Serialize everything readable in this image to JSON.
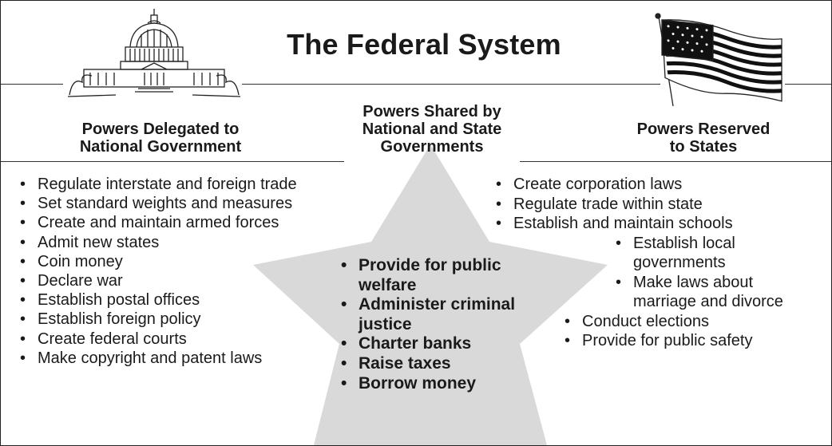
{
  "title": "The Federal System",
  "columns": {
    "national": {
      "heading_lines": [
        "Powers Delegated to",
        "National Government"
      ],
      "items": [
        "Regulate interstate and foreign trade",
        "Set standard weights and measures",
        "Create and maintain armed forces",
        "Admit new states",
        "Coin money",
        "Declare war",
        "Establish postal offices",
        "Establish foreign policy",
        "Create federal courts",
        "Make copyright and patent laws"
      ]
    },
    "shared": {
      "heading_lines": [
        "Powers Shared by",
        "National and State",
        "Governments"
      ],
      "items": [
        "Provide for public welfare",
        "Administer criminal justice",
        "Charter banks",
        "Raise taxes",
        "Borrow money"
      ]
    },
    "states": {
      "heading_lines": [
        "Powers Reserved",
        "to States"
      ],
      "items": [
        "Create corporation laws",
        "Regulate trade within state",
        "Establish and maintain schools",
        "Establish local governments",
        "Make laws about marriage and divorce",
        "Conduct elections",
        "Provide for public safety"
      ]
    }
  },
  "icons": [
    "capitol-building-icon",
    "us-flag-icon",
    "star-shape"
  ],
  "colors": {
    "star_fill": "#d9d9d9",
    "text": "#1a1a1a",
    "rule": "#333333"
  }
}
